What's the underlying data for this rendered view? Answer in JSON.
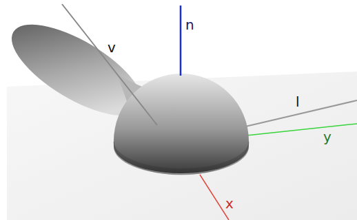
{
  "diagram": {
    "labels": [
      "n",
      "v",
      "l",
      "y",
      "x"
    ]
  }
}
